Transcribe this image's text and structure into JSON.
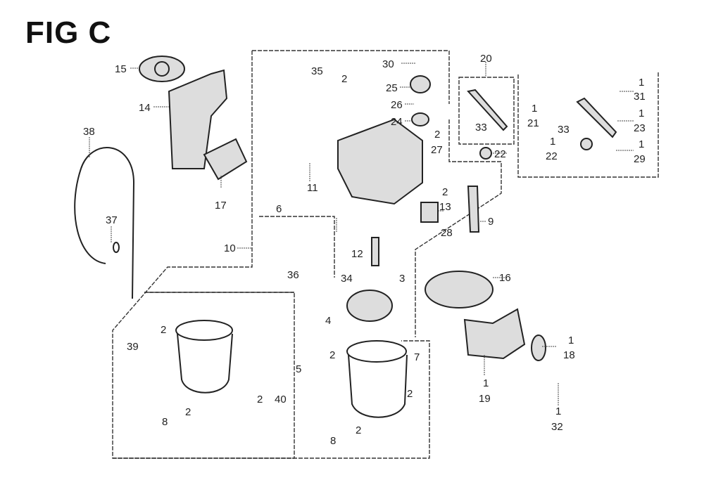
{
  "figure": {
    "title": "FIG C",
    "type": "exploded parts diagram",
    "subject": "carburetor assembly"
  },
  "callouts": [
    {
      "id": "c15",
      "number": "15"
    },
    {
      "id": "c14",
      "number": "14"
    },
    {
      "id": "c38",
      "number": "38"
    },
    {
      "id": "c37",
      "number": "37"
    },
    {
      "id": "c17",
      "number": "17"
    },
    {
      "id": "c10",
      "number": "10"
    },
    {
      "id": "c35",
      "number": "35"
    },
    {
      "id": "c35q",
      "number": "2"
    },
    {
      "id": "c30",
      "number": "30"
    },
    {
      "id": "c25",
      "number": "25"
    },
    {
      "id": "c26",
      "number": "26"
    },
    {
      "id": "c24",
      "number": "24"
    },
    {
      "id": "c27q",
      "number": "2"
    },
    {
      "id": "c27",
      "number": "27"
    },
    {
      "id": "c11",
      "number": "11"
    },
    {
      "id": "c6",
      "number": "6"
    },
    {
      "id": "c13q",
      "number": "2"
    },
    {
      "id": "c13",
      "number": "13"
    },
    {
      "id": "c28",
      "number": "28"
    },
    {
      "id": "c9",
      "number": "9"
    },
    {
      "id": "c20",
      "number": "20"
    },
    {
      "id": "c33a",
      "number": "33"
    },
    {
      "id": "c22a",
      "number": "22"
    },
    {
      "id": "c21q",
      "number": "1"
    },
    {
      "id": "c21",
      "number": "21"
    },
    {
      "id": "c33b",
      "number": "33"
    },
    {
      "id": "c22bq",
      "number": "1"
    },
    {
      "id": "c22b",
      "number": "22"
    },
    {
      "id": "c31q",
      "number": "1"
    },
    {
      "id": "c31",
      "number": "31"
    },
    {
      "id": "c23q",
      "number": "1"
    },
    {
      "id": "c23",
      "number": "23"
    },
    {
      "id": "c29q",
      "number": "1"
    },
    {
      "id": "c29",
      "number": "29"
    },
    {
      "id": "c36",
      "number": "36"
    },
    {
      "id": "c12",
      "number": "12"
    },
    {
      "id": "c34",
      "number": "34"
    },
    {
      "id": "c3",
      "number": "3"
    },
    {
      "id": "c4",
      "number": "4"
    },
    {
      "id": "c16",
      "number": "16"
    },
    {
      "id": "c18q",
      "number": "1"
    },
    {
      "id": "c18",
      "number": "18"
    },
    {
      "id": "c19q",
      "number": "1"
    },
    {
      "id": "c19",
      "number": "19"
    },
    {
      "id": "c32q",
      "number": "1"
    },
    {
      "id": "c32",
      "number": "32"
    },
    {
      "id": "c39q",
      "number": "2"
    },
    {
      "id": "c39",
      "number": "39"
    },
    {
      "id": "c40q",
      "number": "2"
    },
    {
      "id": "c40",
      "number": "40"
    },
    {
      "id": "c8aq",
      "number": "2"
    },
    {
      "id": "c8a",
      "number": "8"
    },
    {
      "id": "c5q",
      "number": "2"
    },
    {
      "id": "c5",
      "number": "5"
    },
    {
      "id": "c7",
      "number": "7"
    },
    {
      "id": "c7q",
      "number": "2"
    },
    {
      "id": "c8bq",
      "number": "2"
    },
    {
      "id": "c8b",
      "number": "8"
    }
  ]
}
